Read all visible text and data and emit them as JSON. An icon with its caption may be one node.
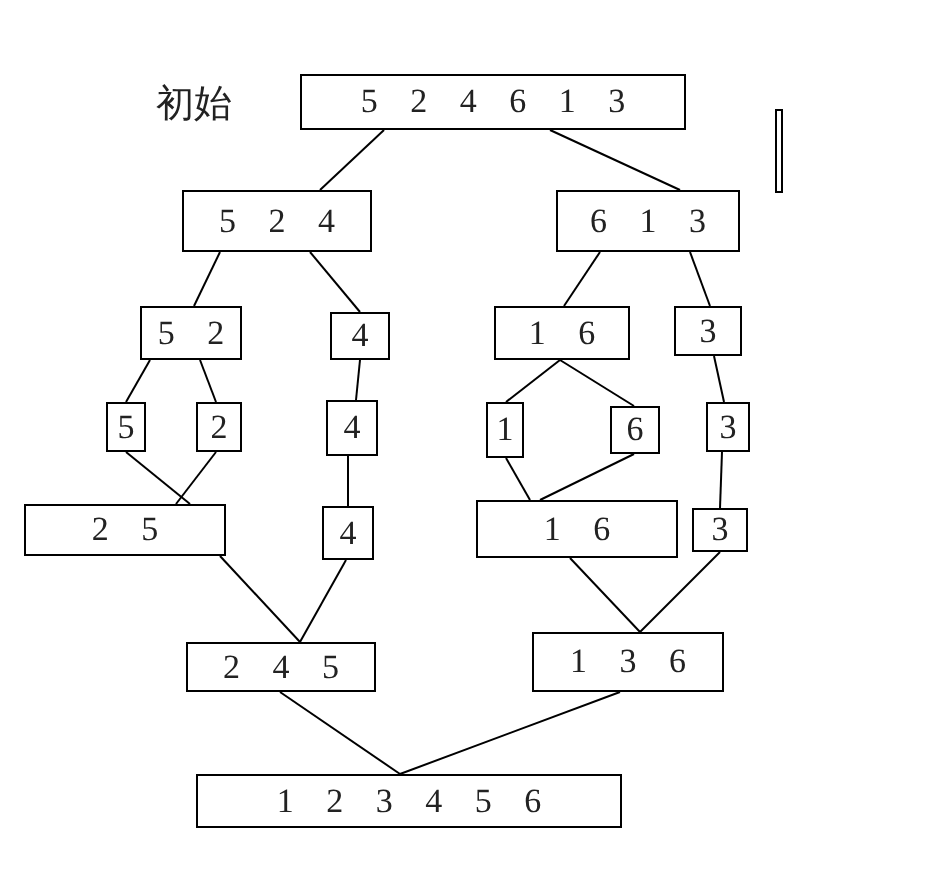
{
  "diagram": {
    "nodes": [
      {
        "text": [
          "5 2 4 6 1 3"
        ]
      },
      {
        "text": [
          "5 2 4"
        ]
      },
      {
        "text": [
          "6 1 3"
        ]
      },
      {
        "text": [
          "5 2"
        ]
      },
      {
        "text": [
          "4"
        ]
      },
      {
        "text": [
          "1 6"
        ]
      },
      {
        "text": [
          "3"
        ]
      },
      {
        "text": [
          "5"
        ]
      },
      {
        "text": [
          "2"
        ]
      },
      {
        "text": [
          "4"
        ]
      },
      {
        "text": [
          "1"
        ]
      },
      {
        "text": [
          "6"
        ]
      },
      {
        "text": [
          "3"
        ]
      },
      {
        "text": [
          "2 5"
        ]
      },
      {
        "text": [
          "4"
        ]
      },
      {
        "text": [
          "1 6"
        ]
      },
      {
        "text": [
          "3"
        ]
      },
      {
        "text": [
          "2 4 5"
        ]
      },
      {
        "text": [
          "1 3 6"
        ]
      },
      {
        "text": [
          "1 2 3 4 5 6"
        ]
      }
    ],
    "edges": [
      {
        "from": 0,
        "to": 1,
        "arrow": "none"
      },
      {
        "from": 0,
        "to": 2,
        "arrow": "none"
      },
      {
        "from": 1,
        "to": 3,
        "arrow": "none"
      },
      {
        "from": 1,
        "to": 4,
        "arrow": "none"
      },
      {
        "from": 2,
        "to": 5,
        "arrow": "none"
      },
      {
        "from": 2,
        "to": 6,
        "arrow": "none"
      },
      {
        "from": 3,
        "to": 7,
        "arrow": "none"
      },
      {
        "from": 3,
        "to": 8,
        "arrow": "none"
      },
      {
        "from": 4,
        "to": 9,
        "arrow": "none"
      },
      {
        "from": 5,
        "to": 10,
        "arrow": "none"
      },
      {
        "from": 5,
        "to": 11,
        "arrow": "none"
      },
      {
        "from": 6,
        "to": 12,
        "arrow": "none"
      },
      {
        "from": 7,
        "to": 13,
        "arrow": "none"
      },
      {
        "from": 8,
        "to": 13,
        "arrow": "none"
      },
      {
        "from": 9,
        "to": 14,
        "arrow": "none"
      },
      {
        "from": 10,
        "to": 15,
        "arrow": "none"
      },
      {
        "from": 11,
        "to": 15,
        "arrow": "none"
      },
      {
        "from": 12,
        "to": 16,
        "arrow": "none"
      },
      {
        "from": 13,
        "to": 17,
        "arrow": "none"
      },
      {
        "from": 14,
        "to": 17,
        "arrow": "none"
      },
      {
        "from": 15,
        "to": 18,
        "arrow": "none"
      },
      {
        "from": 16,
        "to": 18,
        "arrow": "none"
      },
      {
        "from": 17,
        "to": 19,
        "arrow": "none"
      },
      {
        "from": 18,
        "to": 19,
        "arrow": "none"
      }
    ],
    "labels": [
      "初始"
    ]
  }
}
